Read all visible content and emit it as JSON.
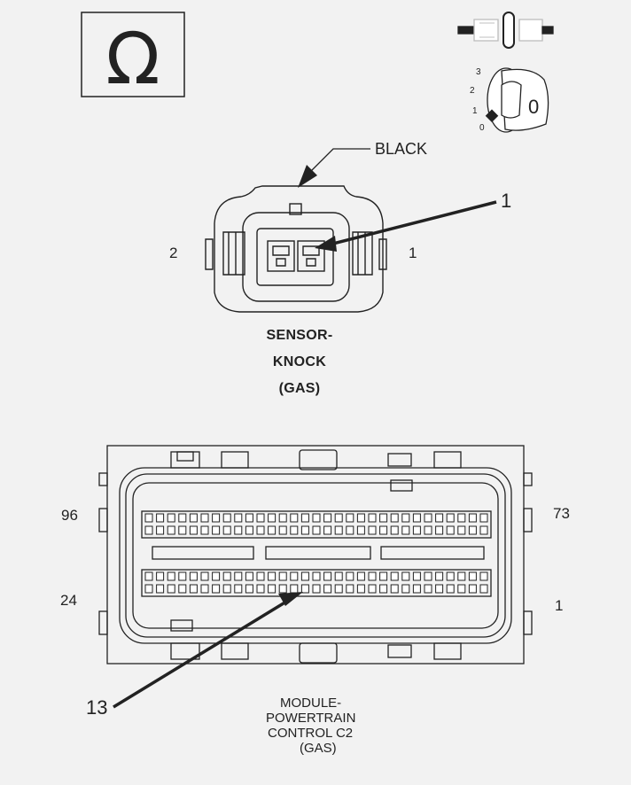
{
  "symbols": {
    "resistance": "Ω",
    "dial": [
      "3",
      "2",
      "1",
      "0"
    ],
    "dial_value": "0"
  },
  "wire_color": "BLACK",
  "callouts": {
    "sensor_terminal": "1",
    "pcm_terminal": "13"
  },
  "sensor": {
    "title_lines": [
      "SENSOR-",
      "KNOCK",
      "(GAS)"
    ],
    "pin_left": "2",
    "pin_right": "1"
  },
  "pcm": {
    "title_lines": [
      "MODULE-",
      "POWERTRAIN",
      "CONTROL C2",
      "(GAS)"
    ],
    "pin_top_left": "96",
    "pin_top_right": "73",
    "pin_bottom_left": "24",
    "pin_bottom_right": "1"
  },
  "colors": {
    "line": "#222222",
    "background": "#f2f2f2"
  }
}
